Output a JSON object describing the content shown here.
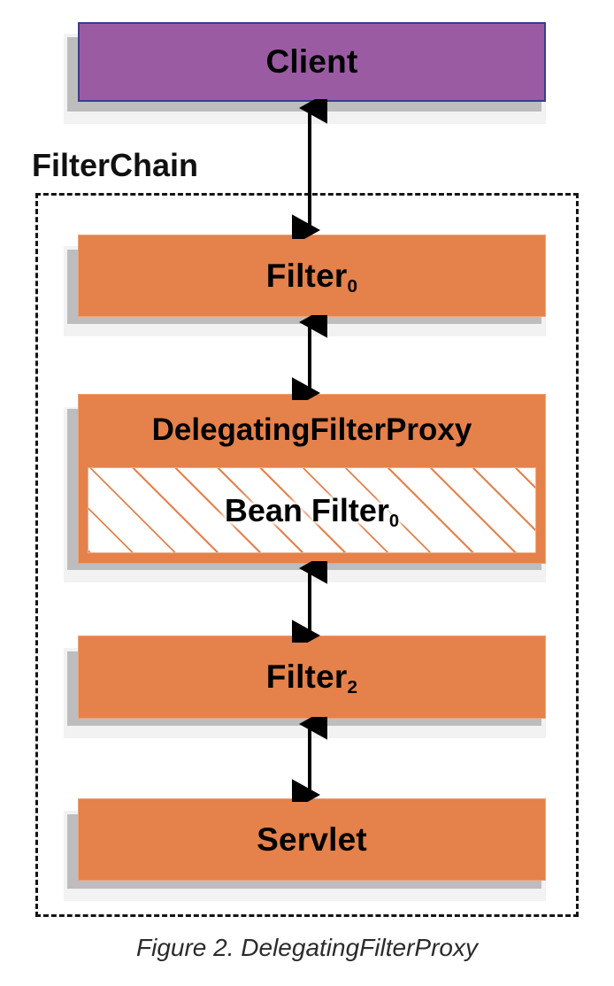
{
  "figure": {
    "caption": "Figure 2. DelegatingFilterProxy",
    "group_label": "FilterChain"
  },
  "colors": {
    "client_fill": "#9b5ba3",
    "client_border": "#3b3b8f",
    "filter_fill": "#e5814a",
    "filter_border": "#efa177",
    "hatch_stroke": "#e5814a",
    "shadow_near": "#bdbdbd",
    "shadow_far": "#f2f2f2",
    "group_border": "#141414",
    "text": "#000000",
    "caption_text": "#2b2b2b"
  },
  "nodes": {
    "client": {
      "label": "Client"
    },
    "filter0": {
      "label": "Filter",
      "subscript": "0"
    },
    "delegating_proxy": {
      "title": "DelegatingFilterProxy",
      "bean": {
        "label": "Bean Filter",
        "subscript": "0"
      }
    },
    "filter2": {
      "label": "Filter",
      "subscript": "2"
    },
    "servlet": {
      "label": "Servlet"
    }
  },
  "connectors": [
    {
      "name": "client-to-filter0",
      "type": "double-arrow"
    },
    {
      "name": "filter0-to-proxy",
      "type": "double-arrow"
    },
    {
      "name": "proxy-to-filter2",
      "type": "double-arrow"
    },
    {
      "name": "filter2-to-servlet",
      "type": "double-arrow"
    }
  ]
}
